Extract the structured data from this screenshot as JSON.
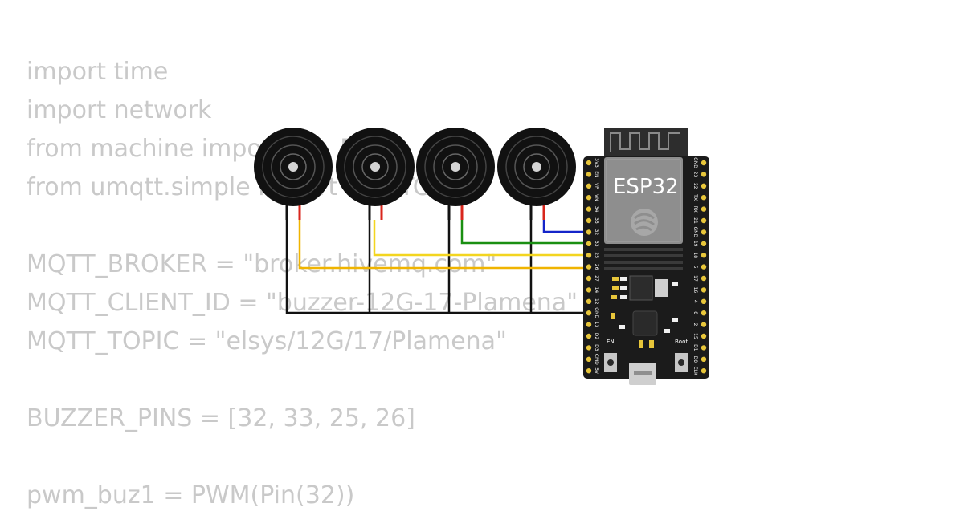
{
  "code": {
    "lines": [
      "import time",
      "import network",
      "from machine import Pin, PWM",
      "from umqtt.simple import MQTTClient",
      "",
      "MQTT_BROKER = \"broker.hivemq.com\"",
      "MQTT_CLIENT_ID = \"buzzer-12G-17-Plamena\"",
      "MQTT_TOPIC = \"elsys/12G/17/Plamena\"",
      "",
      "BUZZER_PINS = [32, 33, 25, 26]",
      "",
      "pwm_buz1 = PWM(Pin(32))"
    ]
  },
  "board": {
    "name": "ESP32",
    "left_pins": [
      "3V3",
      "EN",
      "VP",
      "VN",
      "34",
      "35",
      "32",
      "33",
      "25",
      "26",
      "27",
      "14",
      "12",
      "GND",
      "13",
      "D2",
      "D3",
      "CMD",
      "5V"
    ],
    "right_pins": [
      "GND",
      "23",
      "22",
      "TX",
      "RX",
      "21",
      "GND",
      "19",
      "18",
      "5",
      "17",
      "16",
      "4",
      "0",
      "2",
      "15",
      "D1",
      "D0",
      "CLK"
    ],
    "button_en": "EN",
    "button_boot": "Boot"
  },
  "buzzers": [
    {
      "id": "bz1",
      "pin": "26"
    },
    {
      "id": "bz2",
      "pin": "25"
    },
    {
      "id": "bz3",
      "pin": "33"
    },
    {
      "id": "bz4",
      "pin": "32"
    }
  ],
  "wire_colors": {
    "ground": "#111111",
    "bz1_signal": "#f0b400",
    "bz2_signal": "#f3d51f",
    "bz3_signal": "#1a8f12",
    "bz4_signal": "#1425c9",
    "lead_red": "#d8261c"
  }
}
